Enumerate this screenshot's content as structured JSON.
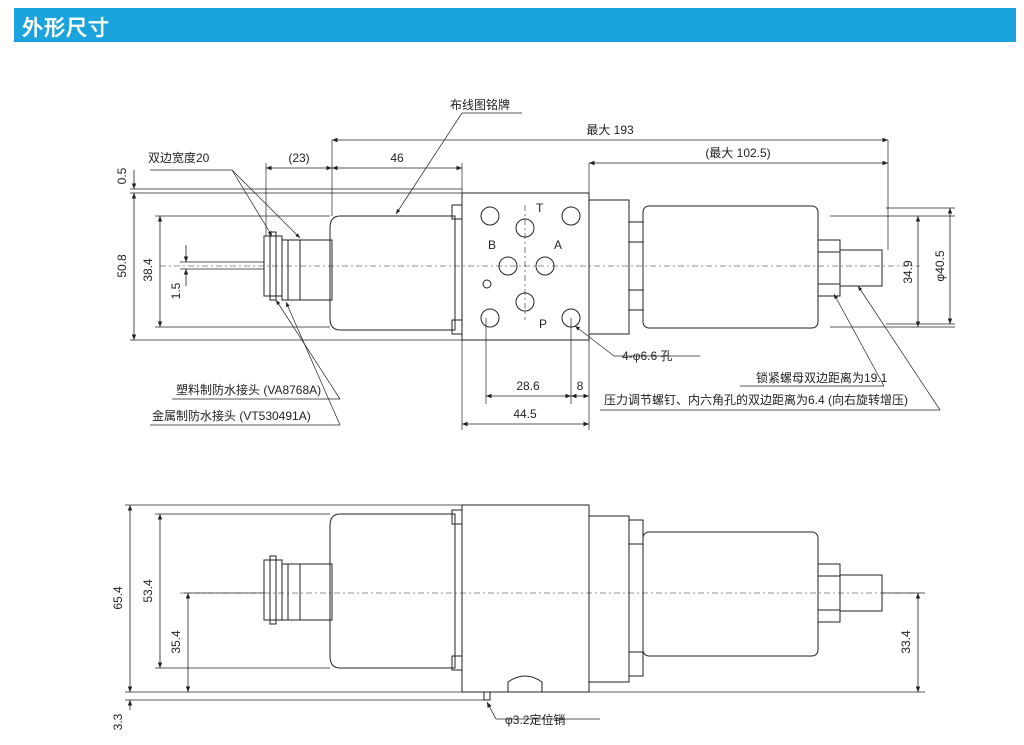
{
  "header": {
    "title": "外形尺寸"
  },
  "top_view": {
    "dims": {
      "max_length": "最大 193",
      "max_right": "(最大 102.5)",
      "d23": "(23)",
      "d46": "46",
      "d05": "0.5",
      "d508": "50.8",
      "d384": "38.4",
      "d15": "1.5",
      "d349": "34.9",
      "d405": "φ40.5",
      "d286": "28.6",
      "d8": "8",
      "d445": "44.5"
    },
    "ports": {
      "T": "T",
      "B": "B",
      "A": "A",
      "P": "P"
    },
    "labels": {
      "wiring_plate": "布线图铭牌",
      "width_across": "双边宽度20",
      "holes": "4-φ6.6 孔",
      "plastic_connector": "塑料制防水接头 (VA8768A)",
      "metal_connector": "金属制防水接头 (VT530491A)",
      "lock_nut": "锁紧螺母双边距离为19.1",
      "adjust_screw": "压力调节螺钉、内六角孔的双边距离为6.4 (向右旋转增压)"
    }
  },
  "side_view": {
    "dims": {
      "d654": "65.4",
      "d534": "53.4",
      "d354": "35.4",
      "d334": "33.4",
      "d33": "3.3"
    },
    "labels": {
      "pin": "φ3.2定位销"
    }
  }
}
